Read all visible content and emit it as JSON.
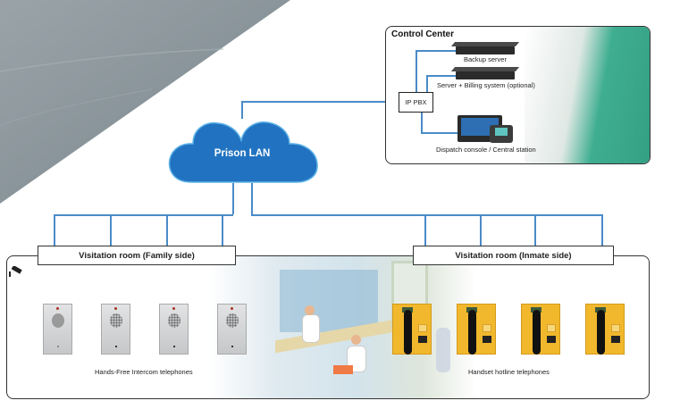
{
  "diagram": {
    "control_center": {
      "title": "Control Center",
      "devices": [
        {
          "label": "Backup server",
          "icon": "rack-server-icon"
        },
        {
          "label": "Server + Billing system (optional)",
          "icon": "rack-server-icon"
        },
        {
          "label": "Dispatch console / Central station",
          "icon": "dispatch-console-icon"
        }
      ],
      "pbx_label": "IP PBX"
    },
    "network": {
      "label": "Prison LAN",
      "icon": "cloud-icon",
      "color": "#2173c1"
    },
    "family_side": {
      "label": "Visitation room (Family side)",
      "device_caption": "Hands-Free Intercom telephones",
      "device_count": 4
    },
    "inmate_side": {
      "label": "Visitation room (Inmate side)",
      "device_caption": "Handset hotline telephones",
      "device_count": 4
    },
    "colors": {
      "link_line": "#4a8bc8",
      "hotline_phone": "#f1b82d",
      "border": "#333333"
    }
  }
}
